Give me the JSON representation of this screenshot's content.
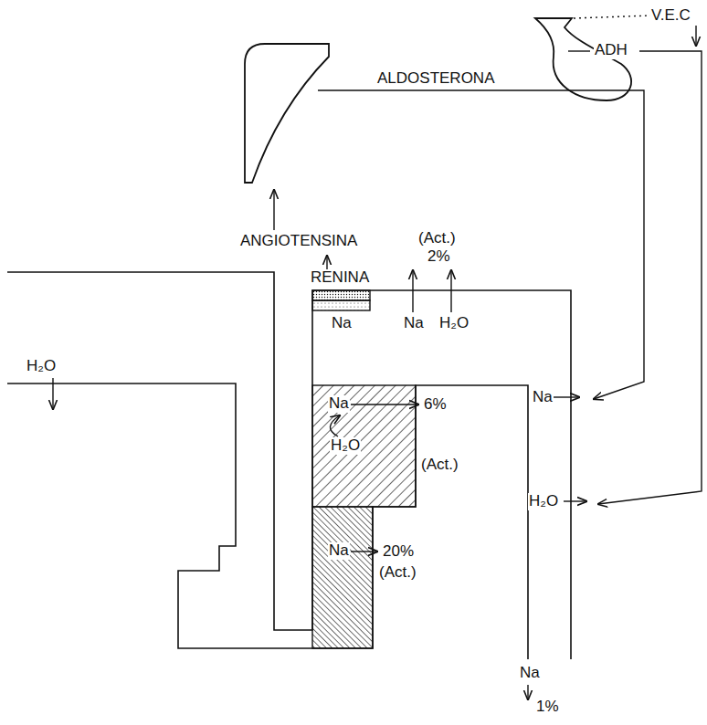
{
  "diagram": {
    "nodes": [
      {
        "text": [
          "RENINA"
        ]
      },
      {
        "text": [
          "Na",
          "H₂O"
        ]
      },
      {
        "text": [
          "Na"
        ]
      }
    ],
    "labels": [
      "V.E.C",
      "ADH",
      "ALDOSTERONA",
      "ANGIOTENSINA",
      "(Act.)",
      "2%",
      "Na",
      "H₂O",
      "6%",
      "(Act.)",
      "20%",
      "(Act.)",
      "H₂O",
      "Na",
      "H₂O",
      "Na",
      "1%",
      "Na"
    ]
  }
}
